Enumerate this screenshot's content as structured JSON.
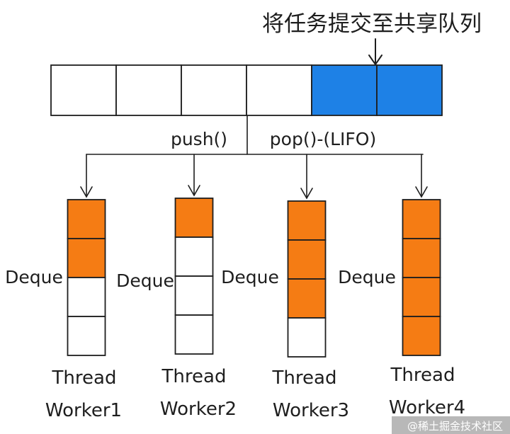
{
  "diagram": {
    "title": "将任务提交至共享队列",
    "shared_queue": {
      "slots": 6,
      "filled": 2,
      "labels": {
        "push": "push()",
        "pop": "pop()-(LIFO)"
      }
    },
    "workers": [
      {
        "deque_label": "Deque",
        "thread_label": "Thread",
        "worker_label": "Worker1",
        "slots": 4,
        "filled": 2
      },
      {
        "deque_label": "Deque",
        "thread_label": "Thread",
        "worker_label": "Worker2",
        "slots": 4,
        "filled": 1
      },
      {
        "deque_label": "Deque",
        "thread_label": "Thread",
        "worker_label": "Worker3",
        "slots": 4,
        "filled": 3
      },
      {
        "deque_label": "Deque",
        "thread_label": "Thread",
        "worker_label": "Worker4",
        "slots": 4,
        "filled": 4
      }
    ],
    "colors": {
      "queue_fill": "#1e81e6",
      "deque_fill": "#f57c14",
      "stroke": "#1e1e1e",
      "empty": "#ffffff"
    },
    "watermark": "@稀土掘金技术社区"
  }
}
